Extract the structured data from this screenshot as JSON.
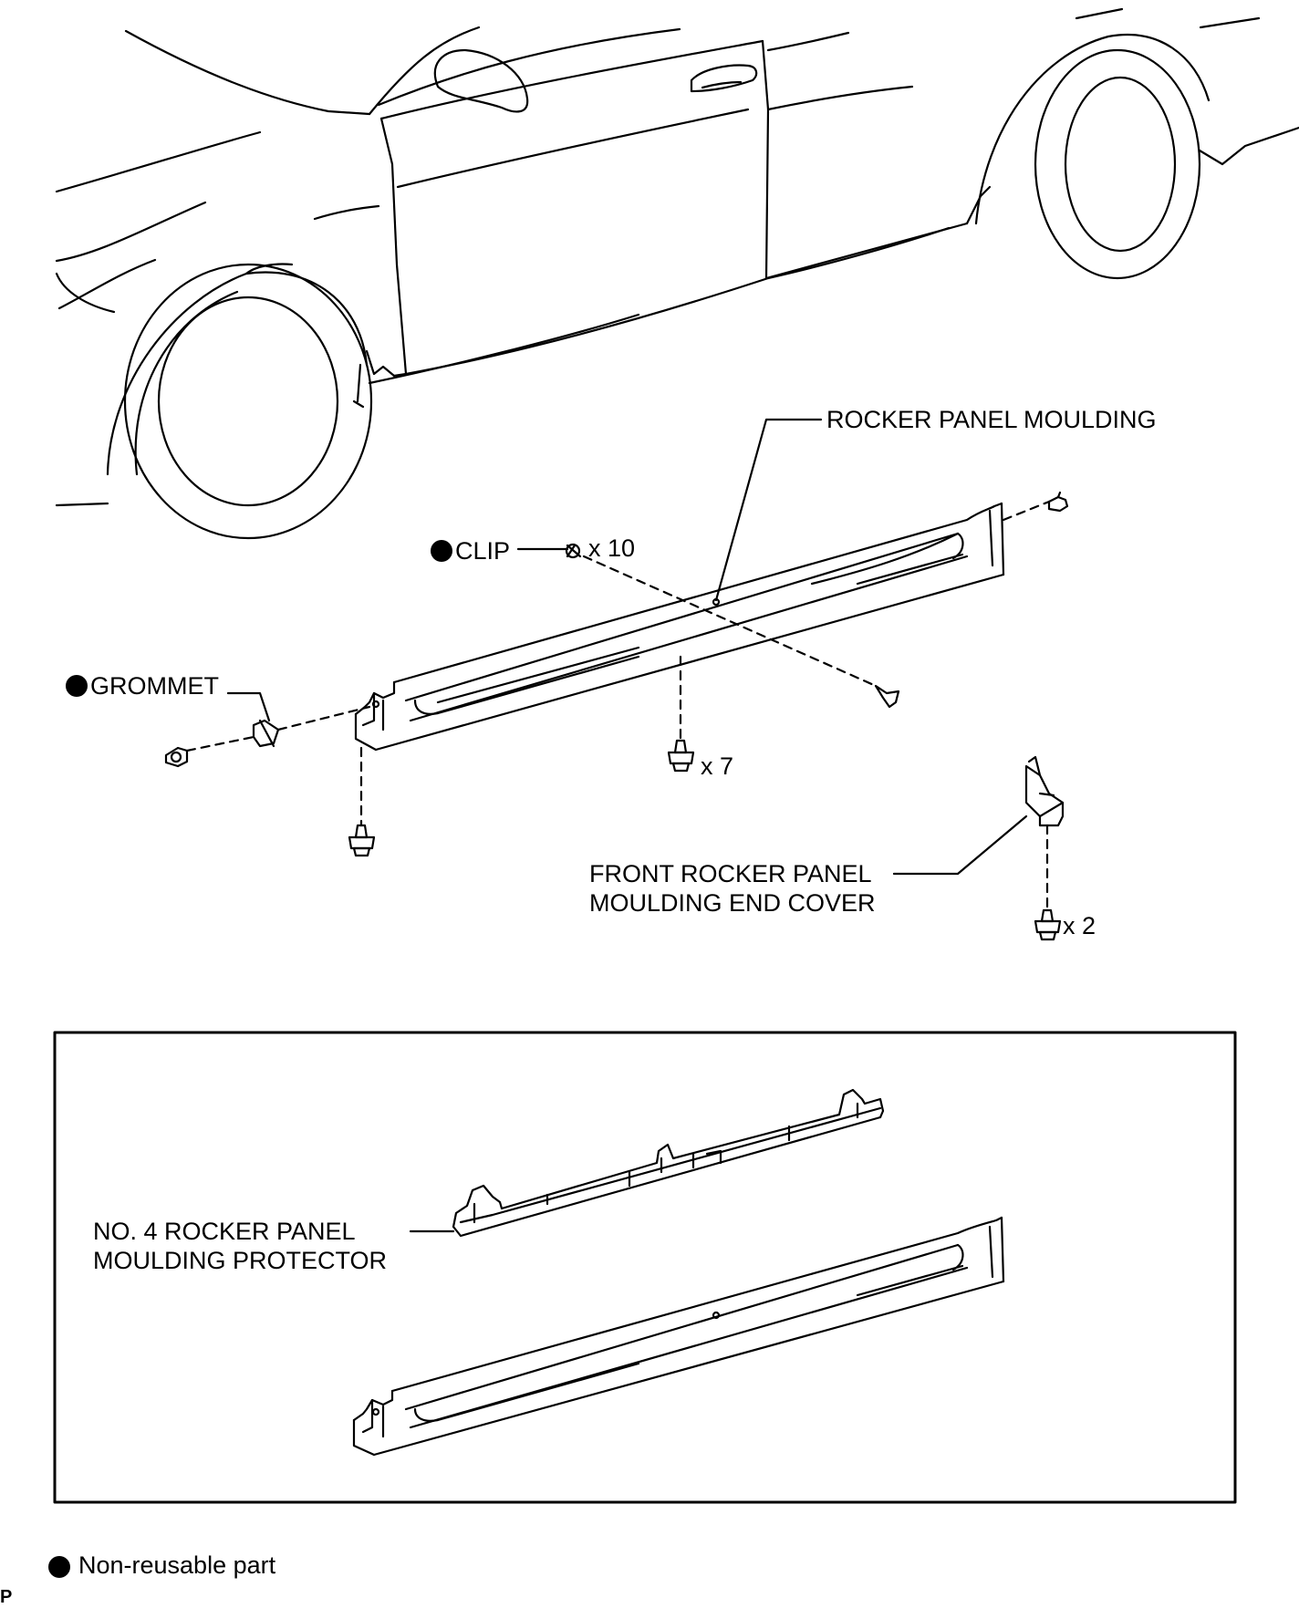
{
  "labels": {
    "rocker_panel_moulding": "ROCKER PANEL MOULDING",
    "clip": "CLIP",
    "grommet": "GROMMET",
    "front_end_cover_line1": "FRONT ROCKER PANEL",
    "front_end_cover_line2": "MOULDING END COVER",
    "protector_line1": "NO. 4 ROCKER PANEL",
    "protector_line2": "MOULDING PROTECTOR",
    "legend": "Non-reusable part",
    "corner_mark": "P"
  },
  "quantities": {
    "clip_qty": "x 10",
    "bottom_screw_qty": "x 7",
    "end_cover_screw_qty": "x 2"
  },
  "colors": {
    "line": "#000000",
    "background": "#ffffff"
  }
}
